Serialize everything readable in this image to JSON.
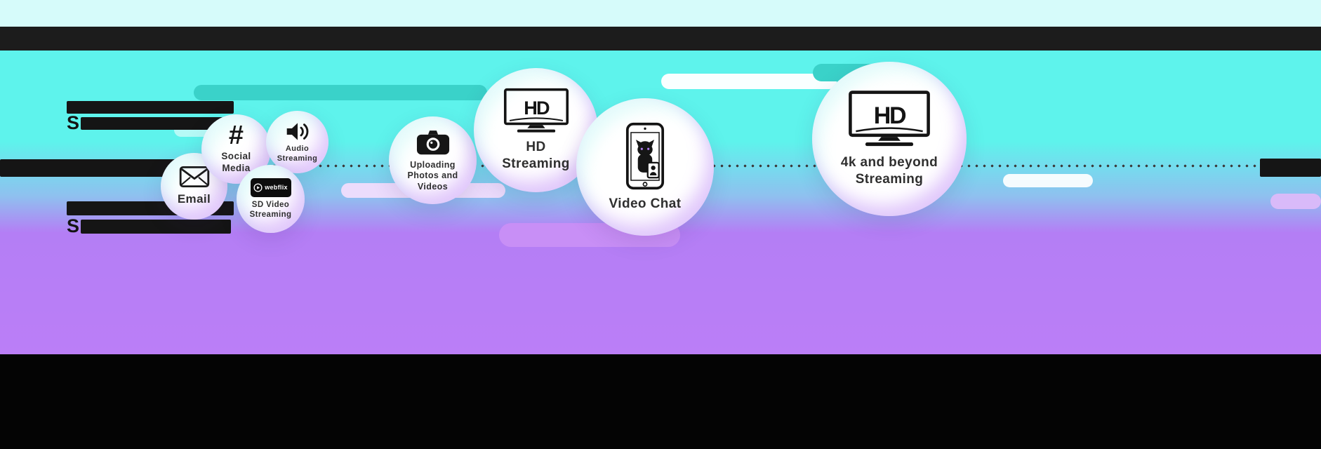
{
  "infographic": {
    "bubbles": {
      "email": {
        "label": "Email"
      },
      "social_media": {
        "label": "Social Media"
      },
      "audio_streaming": {
        "label": "Audio Streaming"
      },
      "sd_video_streaming": {
        "label": "SD Video Streaming",
        "brand": "webflix"
      },
      "uploading": {
        "label": "Uploading Photos and Videos"
      },
      "hd_streaming": {
        "label": "HD Streaming",
        "screen_text": "HD"
      },
      "video_chat": {
        "label": "Video Chat"
      },
      "uhd_streaming": {
        "label": "4k and beyond Streaming",
        "screen_text": "HD"
      }
    },
    "redacted": {
      "partial_letter_1": "S",
      "partial_letter_2": "S"
    },
    "colors": {
      "pale_strip": "#D6FBFA",
      "cyan_bg": "#5EF3EC",
      "purple_bg": "#BB7EF7",
      "teal_pill": "#3AD2C9",
      "lavender_pill": "#ECDCFC",
      "purple_pill": "#C88FF6",
      "bar_black": "#151515",
      "bubble_white": "#FFFFFF"
    }
  }
}
